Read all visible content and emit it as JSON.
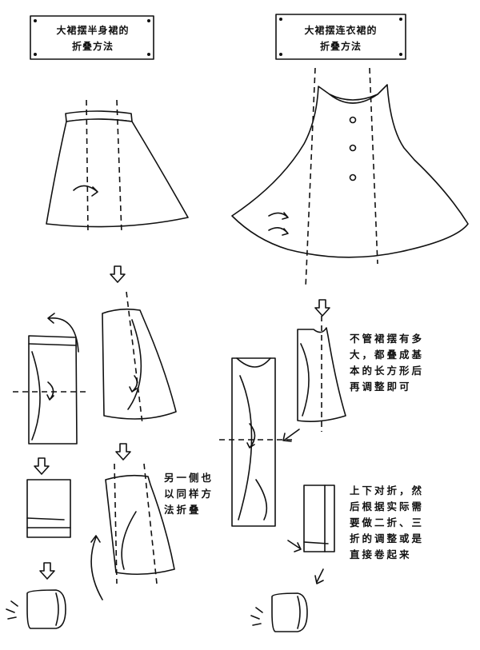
{
  "left_panel": {
    "title_lines": [
      "大裙摆半身裙的",
      "折叠方法"
    ],
    "note_lines": [
      "另一侧也",
      "以同样方",
      "法折叠"
    ]
  },
  "right_panel": {
    "title_lines": [
      "大裙摆连衣裙的",
      "折叠方法"
    ],
    "note1_lines": [
      "不管裙摆有多",
      "大，都叠成基",
      "本的长方形后",
      "再调整即可"
    ],
    "note2_lines": [
      "上下对折，然",
      "后根据实际需",
      "要做二折、三",
      "折的调整或是",
      "直接卷起来"
    ]
  }
}
